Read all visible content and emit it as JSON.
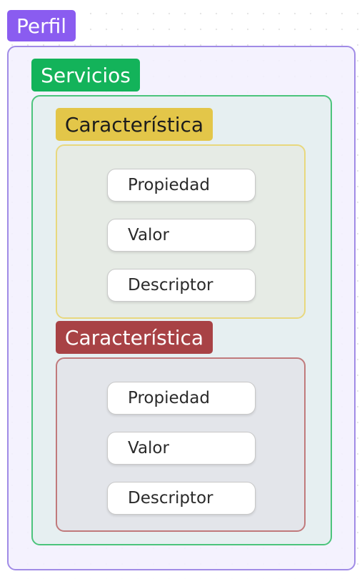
{
  "perfil": {
    "label": "Perfil",
    "color": "#8a5cf0",
    "servicios": {
      "label": "Servicios",
      "color": "#13b35a",
      "caracteristicas": [
        {
          "label": "Característica",
          "color": "#e3c649",
          "items": [
            "Propiedad",
            "Valor",
            "Descriptor"
          ]
        },
        {
          "label": "Característica",
          "color": "#a84245",
          "items": [
            "Propiedad",
            "Valor",
            "Descriptor"
          ]
        }
      ]
    }
  }
}
